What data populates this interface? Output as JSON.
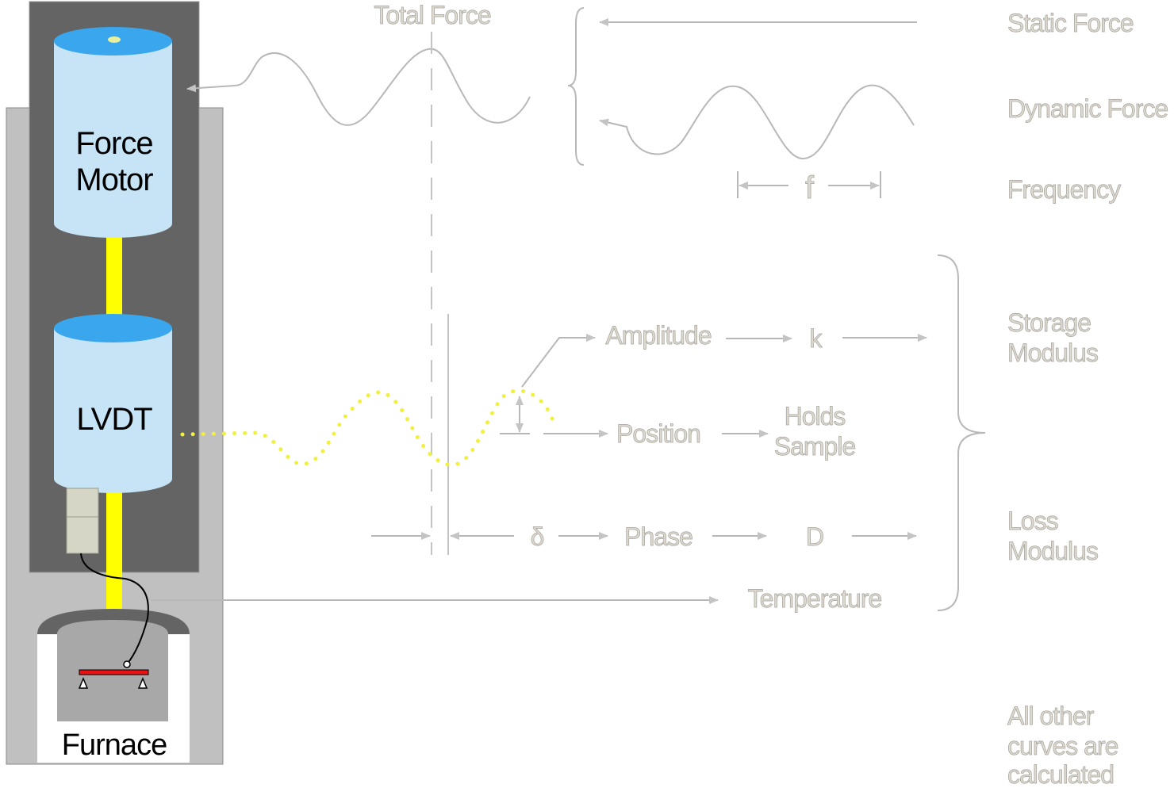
{
  "instrument": {
    "force_motor": [
      "Force",
      "Motor"
    ],
    "lvdt": "LVDT",
    "furnace": "Furnace"
  },
  "labels": {
    "total_force": "Total Force",
    "static_force": "Static Force",
    "dynamic_force": "Dynamic Force",
    "frequency": "Frequency",
    "f": "f",
    "amplitude": "Amplitude",
    "k": "k",
    "position": "Position",
    "holds_sample": [
      "Holds",
      "Sample"
    ],
    "delta": "δ",
    "phase": "Phase",
    "d": "D",
    "temperature": "Temperature",
    "storage_modulus": [
      "Storage",
      "Modulus"
    ],
    "loss_modulus": [
      "Loss",
      "Modulus"
    ],
    "note": [
      "All other",
      "curves are",
      "calculated"
    ]
  },
  "colors": {
    "frame_dark": "#646464",
    "frame_light": "#c0c0c0",
    "cylinder_body": "#c6e4f6",
    "cylinder_top": "#3aa6ee",
    "rod": "#ffff00",
    "sensor_box": "#d6d6c6",
    "sample_bar": "#e81010",
    "label_fill": "#dedad0",
    "line": "#b8b8b8"
  }
}
